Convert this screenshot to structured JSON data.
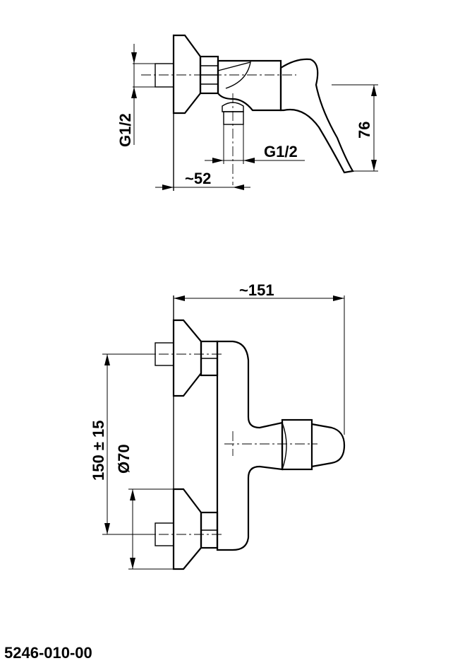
{
  "drawing": {
    "product_code": "5246-010-00",
    "side_view": {
      "dim_thread_inlet": "G1/2",
      "dim_thread_outlet": "G1/2",
      "dim_offset": "~52",
      "dim_height": "76"
    },
    "front_view": {
      "dim_length": "~151",
      "dim_center_distance": "150 ± 15",
      "dim_flange_diameter": "Ø70"
    }
  }
}
